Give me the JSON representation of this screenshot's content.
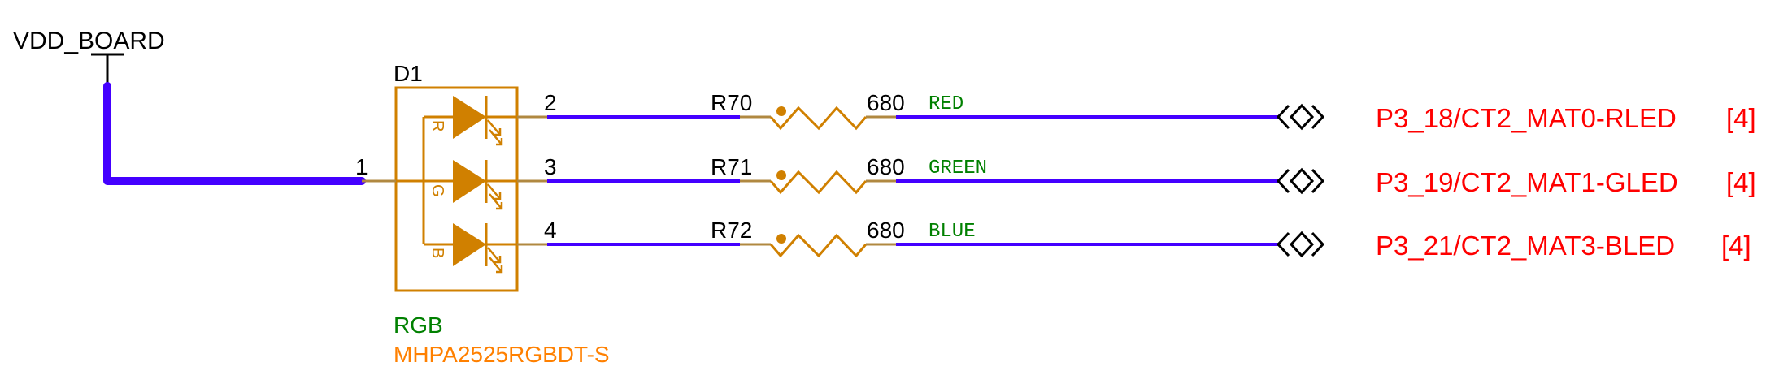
{
  "colors": {
    "wire": "#4400ff",
    "component": "#d08000",
    "pin_stub": "#b08840",
    "text_black": "#000000",
    "net_label_green": "#008000",
    "value_green": "#008000",
    "part_orange": "#ff8000",
    "port_label_red": "#ff0000"
  },
  "power": {
    "net_name": "VDD_BOARD"
  },
  "led": {
    "refdes": "D1",
    "value": "RGB",
    "part_number": "MHPA2525RGBDT-S",
    "common_pin": "1",
    "channels": [
      {
        "letter": "R",
        "pin": "2"
      },
      {
        "letter": "G",
        "pin": "3"
      },
      {
        "letter": "B",
        "pin": "4"
      }
    ]
  },
  "rows": [
    {
      "resistor_ref": "R70",
      "resistor_value": "680",
      "net_label": "RED",
      "port_label": "P3_18/CT2_MAT0-RLED",
      "sheet_ref": "[4]"
    },
    {
      "resistor_ref": "R71",
      "resistor_value": "680",
      "net_label": "GREEN",
      "port_label": "P3_19/CT2_MAT1-GLED",
      "sheet_ref": "[4]"
    },
    {
      "resistor_ref": "R72",
      "resistor_value": "680",
      "net_label": "BLUE",
      "port_label": "P3_21/CT2_MAT3-BLED",
      "sheet_ref": "[4]"
    }
  ]
}
